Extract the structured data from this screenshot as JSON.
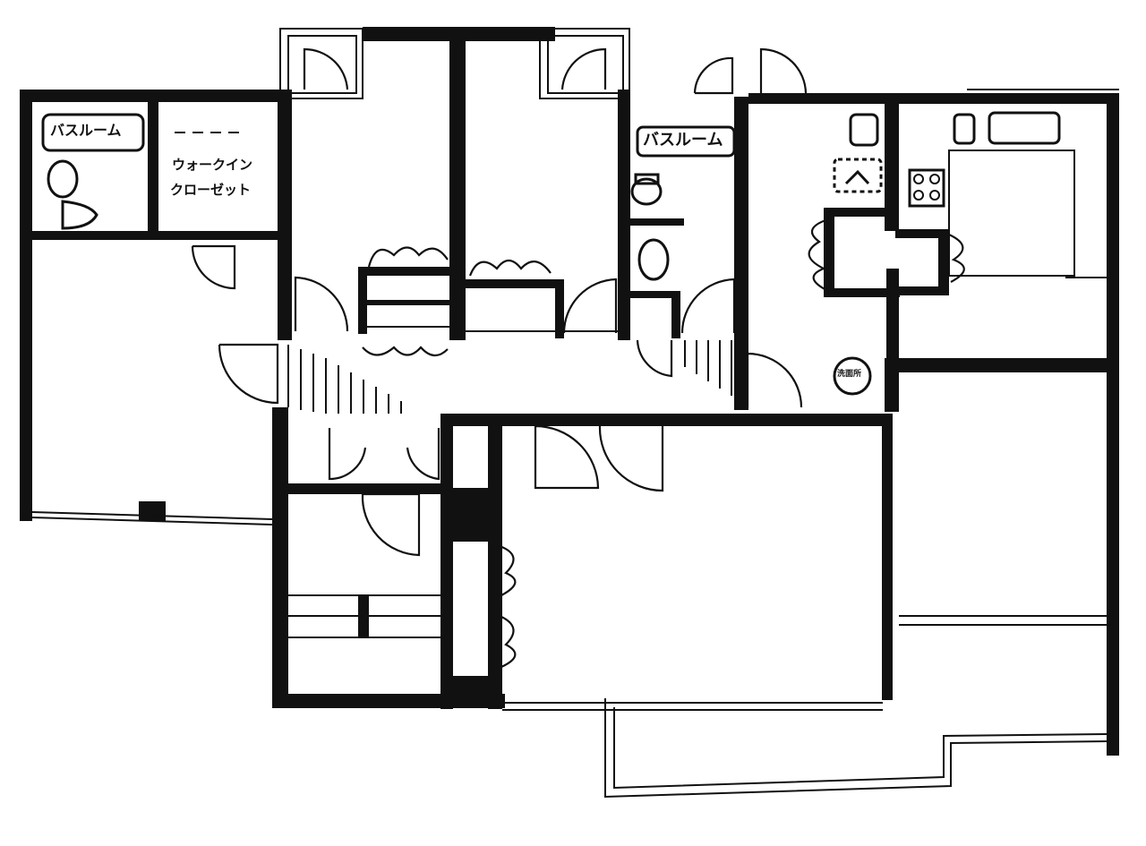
{
  "labels": {
    "bathroom_left": "バスルーム",
    "bathroom_center": "バスルーム",
    "walk_in_closet_line1": "ウォークイン",
    "walk_in_closet_line2": "クローゼット",
    "small_mark": "洗面所"
  }
}
